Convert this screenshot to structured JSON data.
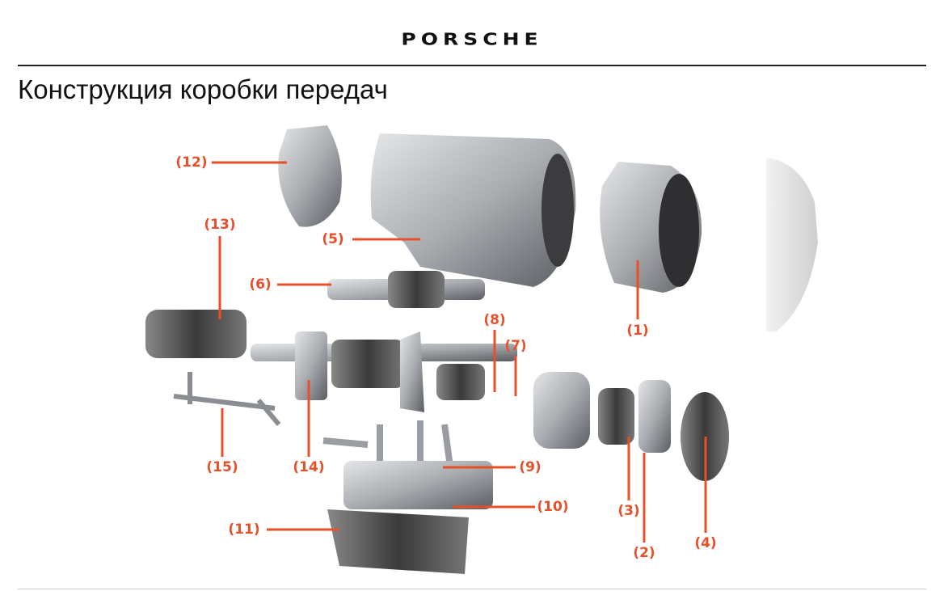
{
  "header": {
    "logo": "PORSCHE",
    "title": "Конструкция коробки передач"
  },
  "accent_color": "#e8502a",
  "labels": {
    "l1": "(1)",
    "l2": "(2)",
    "l3": "(3)",
    "l4": "(4)",
    "l5": "(5)",
    "l6": "(6)",
    "l7": "(7)",
    "l8": "(8)",
    "l9": "(9)",
    "l10": "(10)",
    "l11": "(11)",
    "l12": "(12)",
    "l13": "(13)",
    "l14": "(14)",
    "l15": "(15)"
  }
}
